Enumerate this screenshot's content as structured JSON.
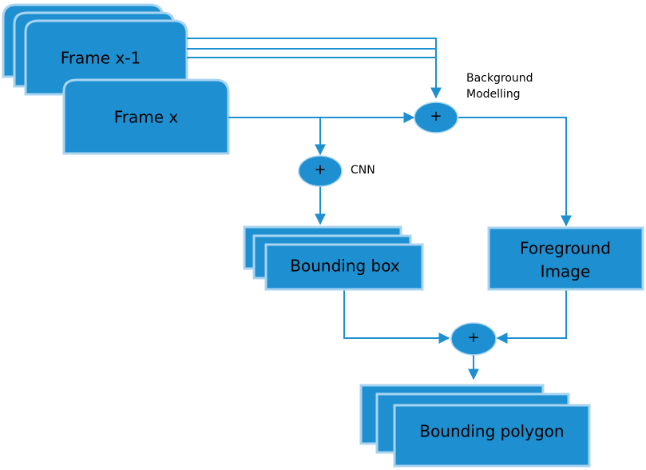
{
  "nodes": {
    "frame_prev": "Frame x-1",
    "frame_curr": "Frame x",
    "bounding_box": "Bounding box",
    "foreground_line1": "Foreground",
    "foreground_line2": "Image",
    "bounding_polygon": "Bounding polygon"
  },
  "operators": {
    "symbol": "+",
    "background_label_line1": "Background",
    "background_label_line2": "Modelling",
    "cnn_label": "CNN"
  },
  "colors": {
    "box_fill": "#1e90d2",
    "box_border": "#a9d4f0",
    "connector": "#1e90d2"
  }
}
